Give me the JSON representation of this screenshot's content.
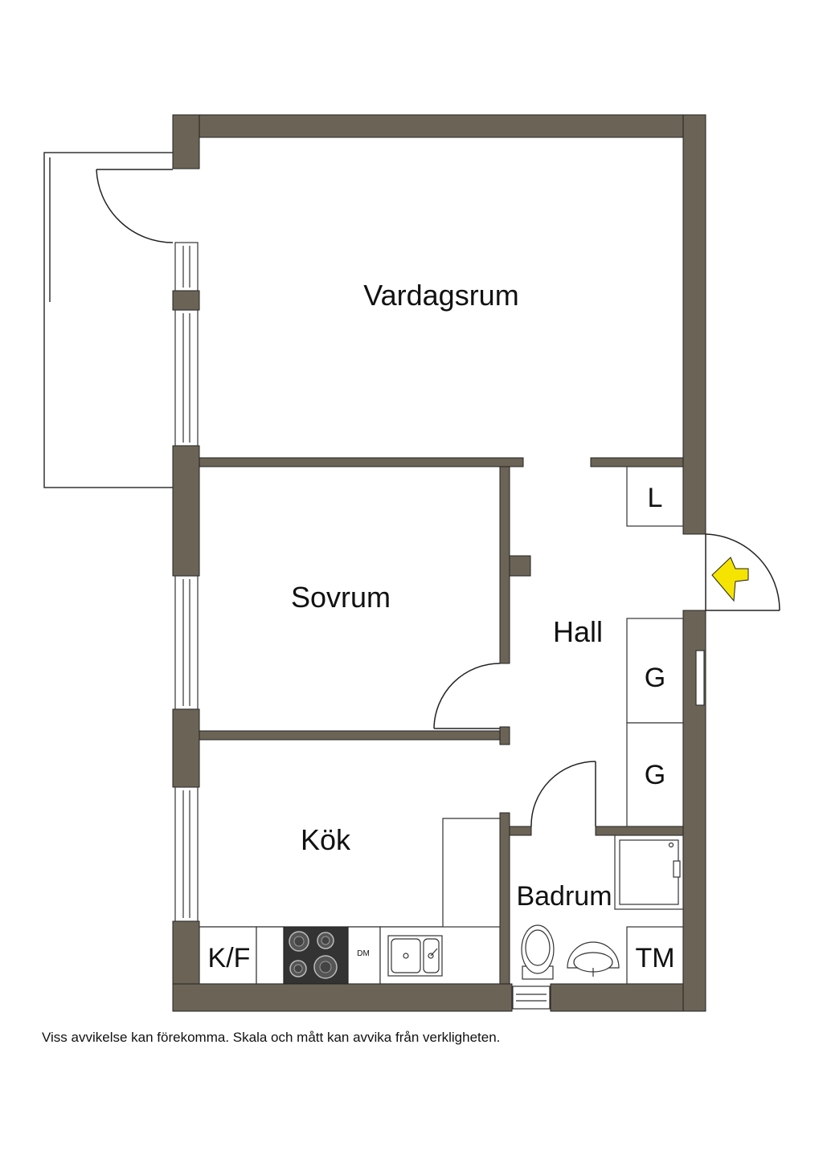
{
  "colors": {
    "wall": "#6b6456",
    "line": "#222222",
    "entrance_arrow": "#f5e400",
    "stove": "#333333"
  },
  "rooms": {
    "vardagsrum": "Vardagsrum",
    "sovrum": "Sovrum",
    "hall": "Hall",
    "kok": "Kök",
    "badrum": "Badrum"
  },
  "storage": {
    "linen": "L",
    "wardrobe_1": "G",
    "wardrobe_2": "G",
    "fridge_freezer": "K/F",
    "dishwasher": "DM",
    "washing_machine": "TM"
  },
  "icons": {
    "entrance": "entrance-arrow-icon"
  },
  "disclaimer": "Viss avvikelse kan förekomma. Skala och mått kan avvika från verkligheten."
}
